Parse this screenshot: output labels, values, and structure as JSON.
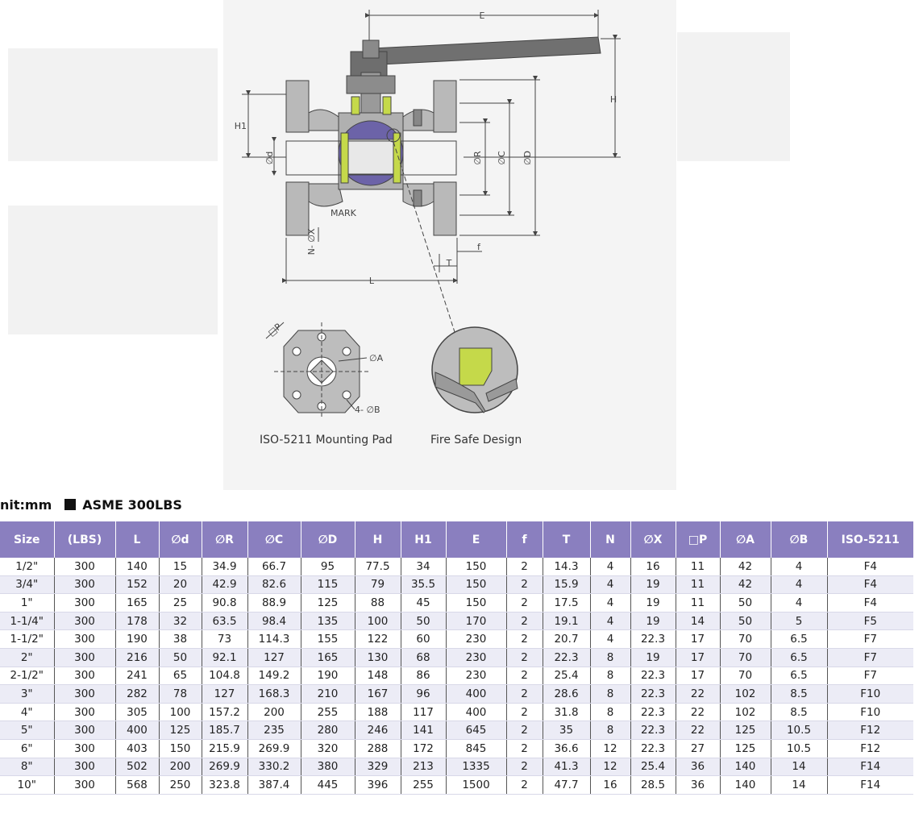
{
  "drawing": {
    "dim_labels": {
      "E": "E",
      "H": "H",
      "H1": "H1",
      "d": "∅d",
      "R": "∅R",
      "C": "∅C",
      "D": "∅D",
      "L": "L",
      "T": "T",
      "f": "f",
      "X": "N- ∅X",
      "mark": "MARK",
      "P": "□P",
      "A": "∅A",
      "B": "4- ∅B"
    },
    "captions": {
      "mounting_pad": "ISO-5211 Mounting Pad",
      "fire_safe": "Fire Safe Design"
    },
    "colors": {
      "body": "#b9b9b9",
      "ball": "#6c63a8",
      "seat": "#c5d94a",
      "handle": "#707070"
    }
  },
  "unit_line": {
    "unit": "nit:mm",
    "standard": "ASME 300LBS"
  },
  "table": {
    "header_color": "#8a7fbf",
    "headers": [
      "Size",
      "(LBS)",
      "L",
      "∅d",
      "∅R",
      "∅C",
      "∅D",
      "H",
      "H1",
      "E",
      "f",
      "T",
      "N",
      "∅X",
      "□P",
      "∅A",
      "∅B",
      "ISO-5211"
    ],
    "rows": [
      [
        "1/2\"",
        "300",
        "140",
        "15",
        "34.9",
        "66.7",
        "95",
        "77.5",
        "34",
        "150",
        "2",
        "14.3",
        "4",
        "16",
        "11",
        "42",
        "4",
        "F4"
      ],
      [
        "3/4\"",
        "300",
        "152",
        "20",
        "42.9",
        "82.6",
        "115",
        "79",
        "35.5",
        "150",
        "2",
        "15.9",
        "4",
        "19",
        "11",
        "42",
        "4",
        "F4"
      ],
      [
        "1\"",
        "300",
        "165",
        "25",
        "90.8",
        "88.9",
        "125",
        "88",
        "45",
        "150",
        "2",
        "17.5",
        "4",
        "19",
        "11",
        "50",
        "4",
        "F4"
      ],
      [
        "1-1/4\"",
        "300",
        "178",
        "32",
        "63.5",
        "98.4",
        "135",
        "100",
        "50",
        "170",
        "2",
        "19.1",
        "4",
        "19",
        "14",
        "50",
        "5",
        "F5"
      ],
      [
        "1-1/2\"",
        "300",
        "190",
        "38",
        "73",
        "114.3",
        "155",
        "122",
        "60",
        "230",
        "2",
        "20.7",
        "4",
        "22.3",
        "17",
        "70",
        "6.5",
        "F7"
      ],
      [
        "2\"",
        "300",
        "216",
        "50",
        "92.1",
        "127",
        "165",
        "130",
        "68",
        "230",
        "2",
        "22.3",
        "8",
        "19",
        "17",
        "70",
        "6.5",
        "F7"
      ],
      [
        "2-1/2\"",
        "300",
        "241",
        "65",
        "104.8",
        "149.2",
        "190",
        "148",
        "86",
        "230",
        "2",
        "25.4",
        "8",
        "22.3",
        "17",
        "70",
        "6.5",
        "F7"
      ],
      [
        "3\"",
        "300",
        "282",
        "78",
        "127",
        "168.3",
        "210",
        "167",
        "96",
        "400",
        "2",
        "28.6",
        "8",
        "22.3",
        "22",
        "102",
        "8.5",
        "F10"
      ],
      [
        "4\"",
        "300",
        "305",
        "100",
        "157.2",
        "200",
        "255",
        "188",
        "117",
        "400",
        "2",
        "31.8",
        "8",
        "22.3",
        "22",
        "102",
        "8.5",
        "F10"
      ],
      [
        "5\"",
        "300",
        "400",
        "125",
        "185.7",
        "235",
        "280",
        "246",
        "141",
        "645",
        "2",
        "35",
        "8",
        "22.3",
        "22",
        "125",
        "10.5",
        "F12"
      ],
      [
        "6\"",
        "300",
        "403",
        "150",
        "215.9",
        "269.9",
        "320",
        "288",
        "172",
        "845",
        "2",
        "36.6",
        "12",
        "22.3",
        "27",
        "125",
        "10.5",
        "F12"
      ],
      [
        "8\"",
        "300",
        "502",
        "200",
        "269.9",
        "330.2",
        "380",
        "329",
        "213",
        "1335",
        "2",
        "41.3",
        "12",
        "25.4",
        "36",
        "140",
        "14",
        "F14"
      ],
      [
        "10\"",
        "300",
        "568",
        "250",
        "323.8",
        "387.4",
        "445",
        "396",
        "255",
        "1500",
        "2",
        "47.7",
        "16",
        "28.5",
        "36",
        "140",
        "14",
        "F14"
      ]
    ]
  }
}
